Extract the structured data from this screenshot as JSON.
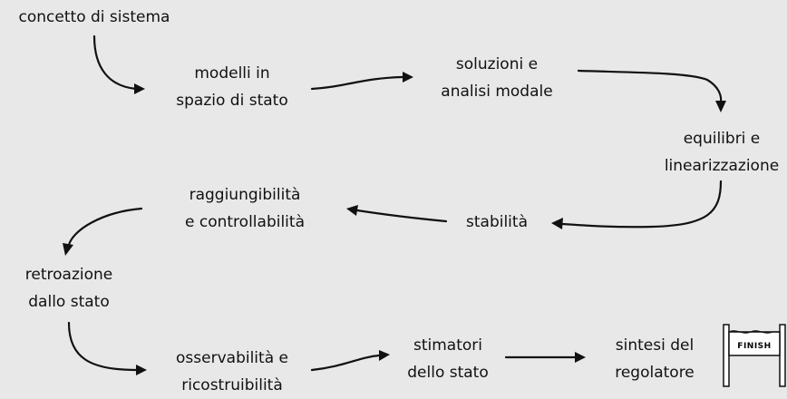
{
  "nodes": {
    "concetto": [
      "concetto di sistema"
    ],
    "modelli": [
      "modelli in",
      "spazio di stato"
    ],
    "soluzioni": [
      "soluzioni e",
      "analisi modale"
    ],
    "equilibri": [
      "equilibri e",
      "linearizzazione"
    ],
    "stabilita": [
      "stabilità"
    ],
    "raggiungibilita": [
      "raggiungibilità",
      "e controllabilità"
    ],
    "retroazione": [
      "retroazione",
      "dallo stato"
    ],
    "osservabilita": [
      "osservabilità e",
      "ricostruibilità"
    ],
    "stimatori": [
      "stimatori",
      "dello stato"
    ],
    "sintesi": [
      "sintesi del",
      "regolatore"
    ]
  },
  "finish_banner": "FINISH",
  "colors": {
    "background": "#e8e8e8",
    "ink": "#111111",
    "banner": "#ffffff"
  }
}
